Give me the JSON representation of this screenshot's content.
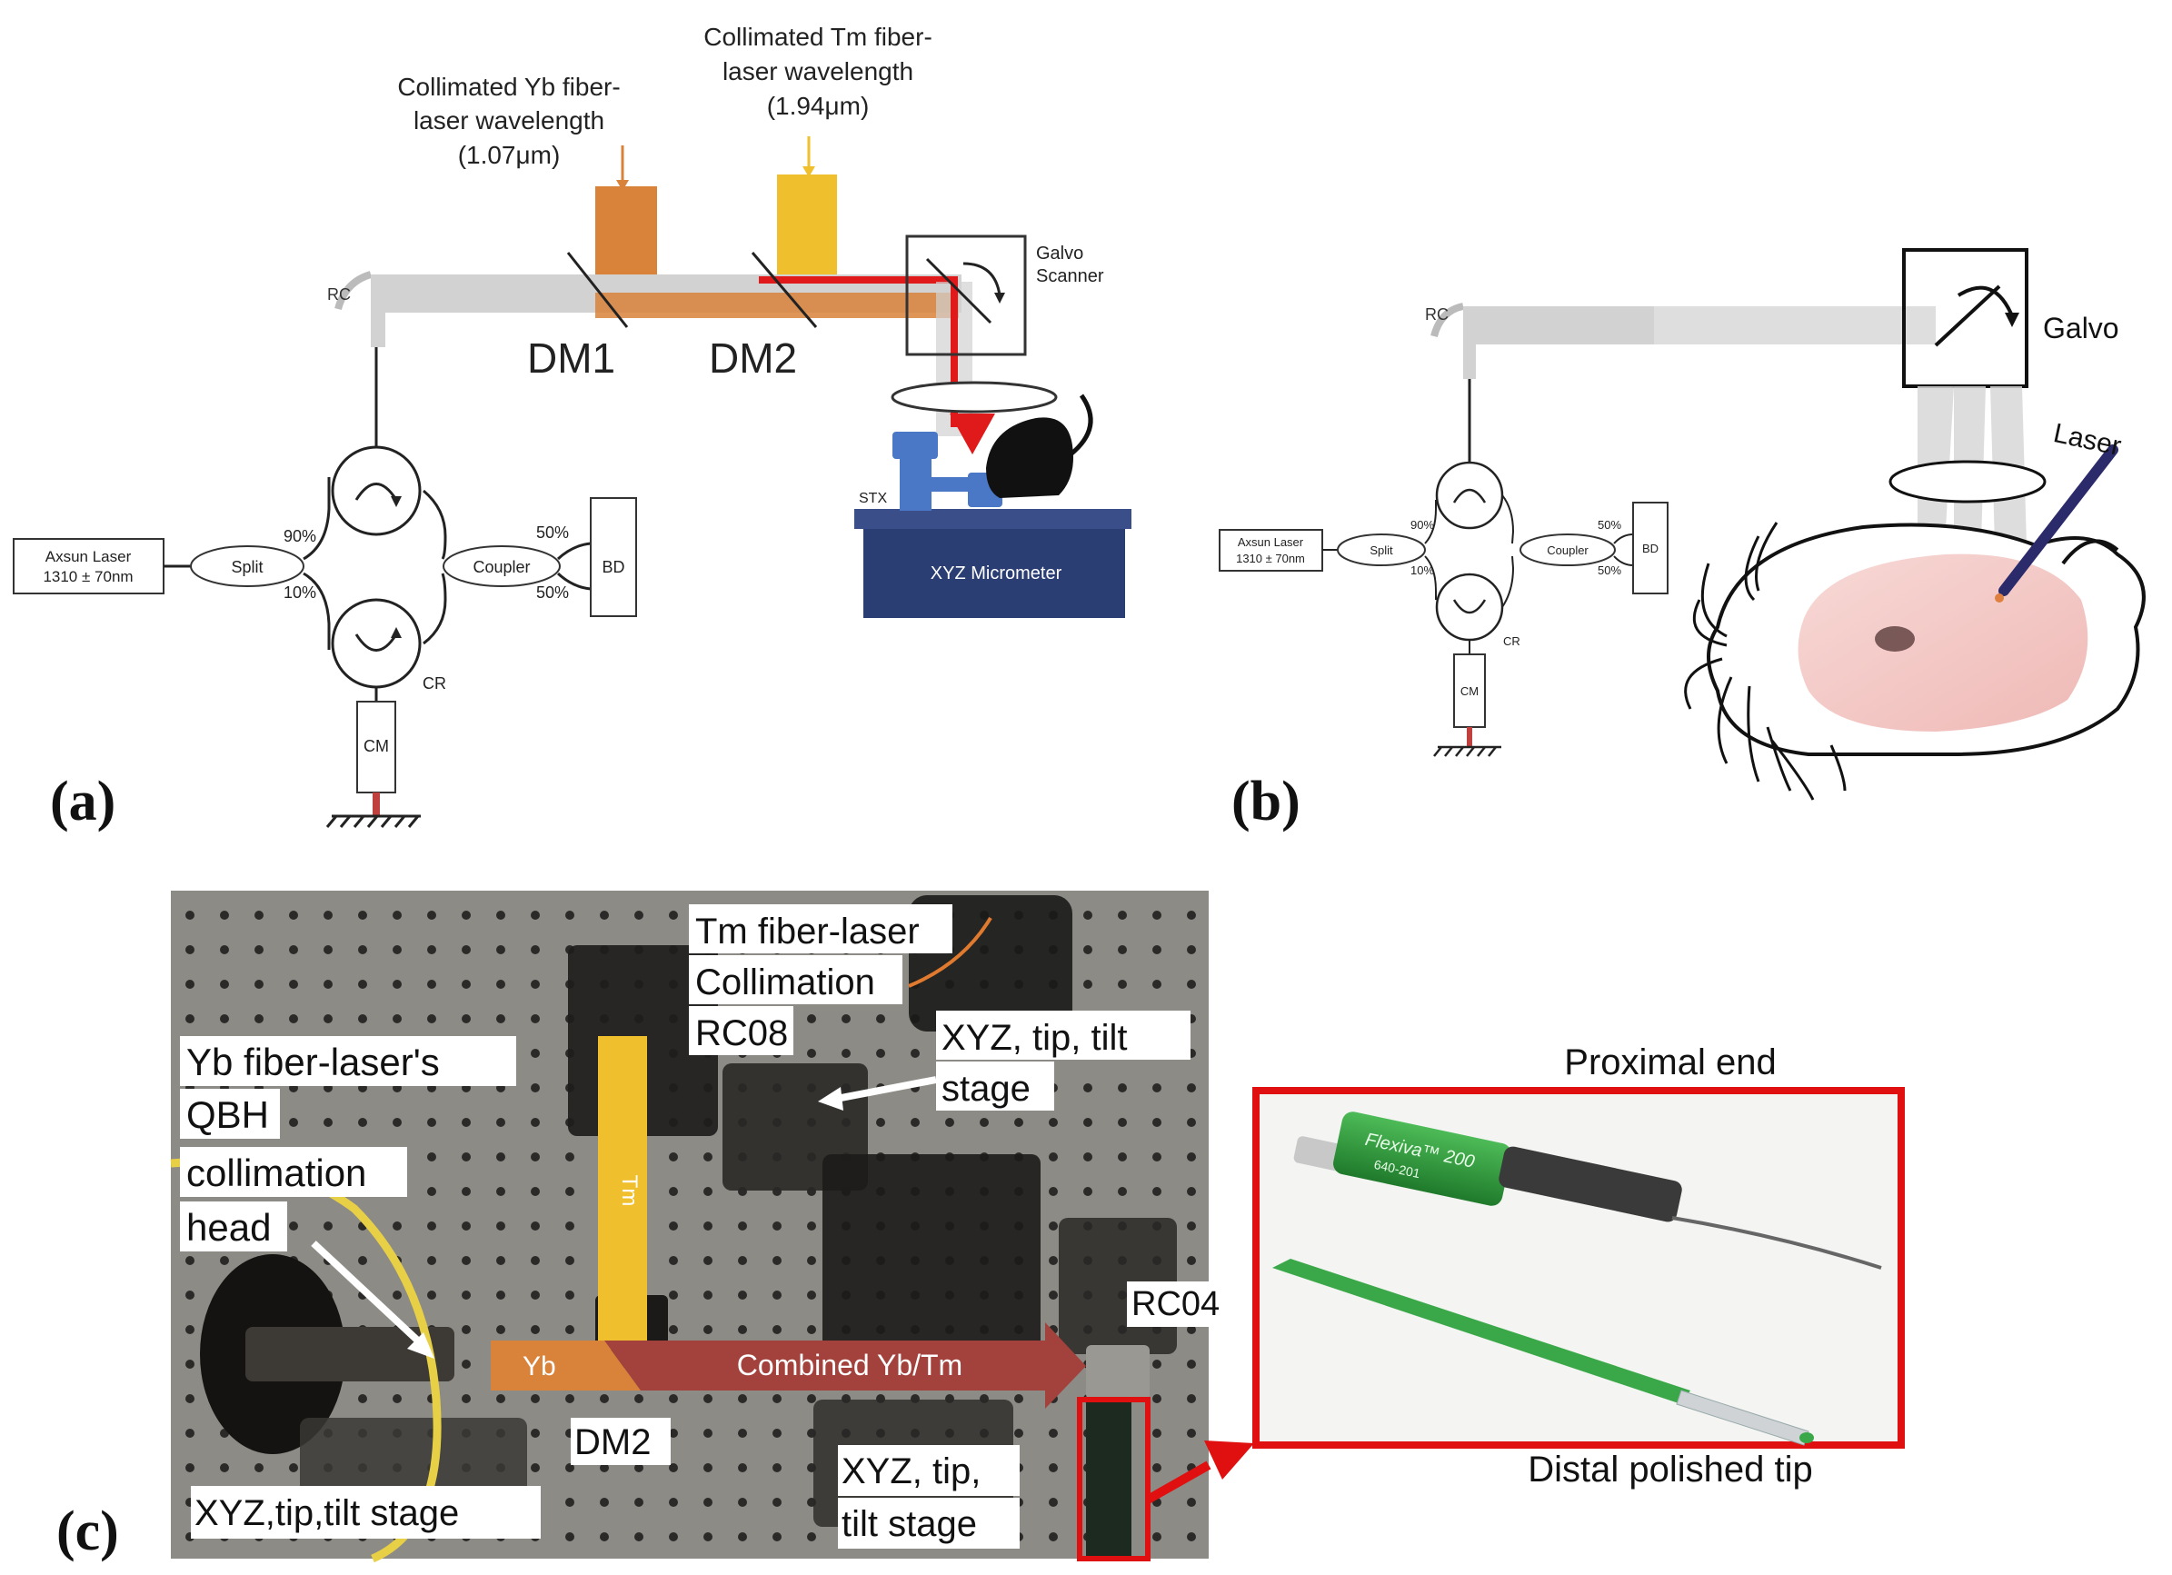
{
  "panel_a": {
    "label": "(a)",
    "yb_caption": [
      "Collimated Yb fiber-",
      "laser wavelength",
      "(1.07μm)"
    ],
    "tm_caption": [
      "Collimated Tm fiber-",
      "laser wavelength",
      "(1.94μm)"
    ],
    "rc": "RC",
    "dm1": "DM1",
    "dm2": "DM2",
    "galvo_scanner": [
      "Galvo",
      "Scanner"
    ],
    "stx": "STX",
    "xyz_micrometer": "XYZ Micrometer",
    "axsun_laser": [
      "Axsun Laser",
      "1310 ± 70nm"
    ],
    "split": "Split",
    "pct_90": "90%",
    "pct_10": "10%",
    "coupler": "Coupler",
    "pct_50_top": "50%",
    "pct_50_bottom": "50%",
    "bd": "BD",
    "cr": "CR",
    "cm": "CM"
  },
  "panel_b": {
    "label": "(b)",
    "rc": "RC",
    "galvo": "Galvo",
    "laser": "Laser",
    "axsun_laser": [
      "Axsun Laser",
      "1310 ± 70nm"
    ],
    "split": "Split",
    "pct_90": "90%",
    "pct_10": "10%",
    "coupler": "Coupler",
    "pct_50_top": "50%",
    "pct_50_bottom": "50%",
    "bd": "BD",
    "cr": "CR",
    "cm": "CM"
  },
  "panel_c": {
    "label": "(c)",
    "tm_collimation": [
      "Tm fiber-laser",
      "Collimation",
      "RC08"
    ],
    "xyz_stage_top": [
      "XYZ, tip, tilt",
      "stage"
    ],
    "yb_qbh": [
      "Yb fiber-laser's",
      "QBH",
      "collimation",
      "head"
    ],
    "tm_beam": "Tm",
    "yb_beam": "Yb",
    "combined": "Combined Yb/Tm",
    "rc04": "RC04",
    "dm2": "DM2",
    "xyz_stage_left": "XYZ,tip,tilt  stage",
    "xyz_stage_bottom": [
      "XYZ, tip,",
      "tilt stage"
    ],
    "proximal_end": "Proximal end",
    "distal_tip": "Distal polished tip",
    "fiber_brand": "Flexiva™ 200",
    "fiber_code": "640-201"
  },
  "colors": {
    "yb_orange": "#d9823a",
    "tm_yellow": "#f0bf2e",
    "red_beam": "#e01a1a",
    "grey_beam": "#d2d2d2",
    "micrometer_blue": "#2a3e74",
    "stage_blue": "#4a78c6",
    "combined_red": "#a3423c",
    "inset_red": "#e01010",
    "fiber_green": "#2e9b3c",
    "tissue_pink": "#f2c4c4"
  }
}
